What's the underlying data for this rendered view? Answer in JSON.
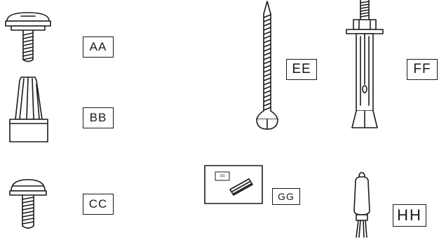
{
  "parts": [
    {
      "label": "AA",
      "icon": "pan-head-screw-with-washer"
    },
    {
      "label": "BB",
      "icon": "wire-connector"
    },
    {
      "label": "CC",
      "icon": "pan-head-screw"
    },
    {
      "label": "EE",
      "icon": "wood-screw"
    },
    {
      "label": "FF",
      "icon": "anchor-bolt"
    },
    {
      "label": "GG",
      "icon": "gauge-card",
      "inner_text": "SG"
    },
    {
      "label": "HH",
      "icon": "bulb"
    }
  ],
  "colors": {
    "line": "#1a1a1a",
    "background": "#ffffff"
  }
}
